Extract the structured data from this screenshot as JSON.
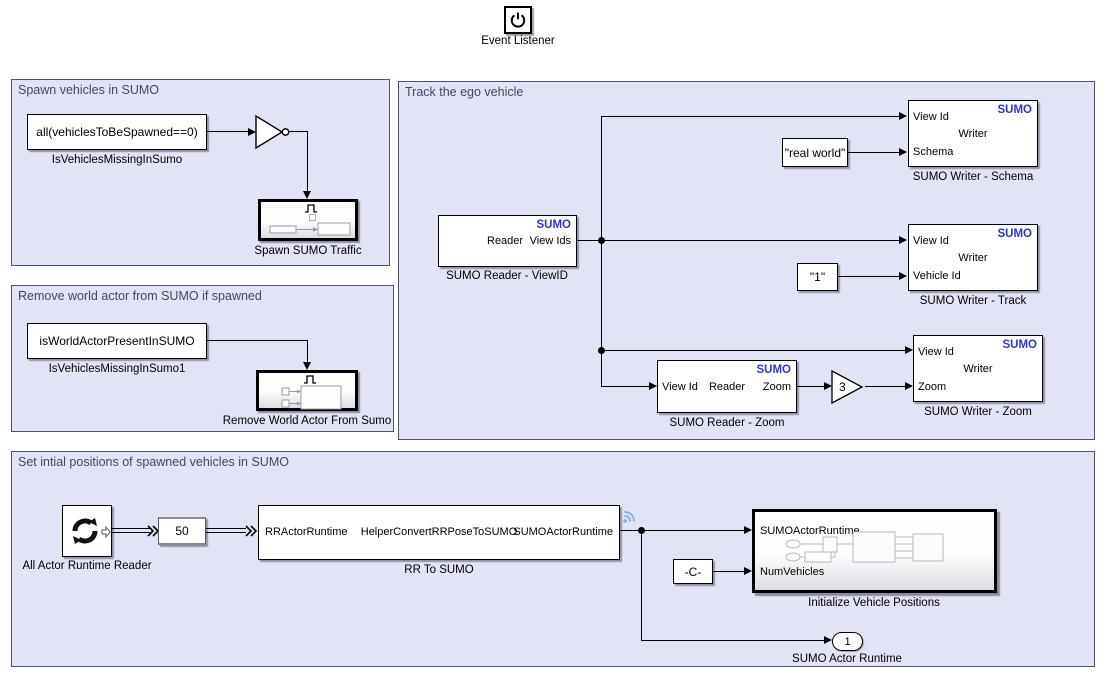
{
  "colors": {
    "sumo_brand_blue": "#3333CC",
    "region_background": "#E3E3F6",
    "region_border": "#52526B",
    "signal_badge_blue": "#7FB2E5"
  },
  "event_listener": {
    "label": "Event Listener"
  },
  "regions": {
    "spawn": {
      "title": "Spawn vehicles in SUMO",
      "condition": {
        "expr": "all(vehiclesToBeSpawned==0)",
        "name": "IsVehiclesMissingInSumo"
      },
      "subsystem": {
        "name": "Spawn SUMO Traffic"
      }
    },
    "remove": {
      "title": "Remove world actor from SUMO if spawned",
      "condition": {
        "expr": "isWorldActorPresentInSUMO",
        "name": "IsVehiclesMissingInSumo1"
      },
      "subsystem": {
        "name": "Remove World Actor From Sumo"
      }
    },
    "track": {
      "title": "Track the ego vehicle",
      "reader_viewid": {
        "brand": "SUMO",
        "type": "Reader",
        "port_out": "View Ids",
        "name": "SUMO Reader - ViewID"
      },
      "const_real_world": {
        "value": "\"real world\""
      },
      "writer_schema": {
        "brand": "SUMO",
        "type": "Writer",
        "port_in1": "View Id",
        "port_in2": "Schema",
        "name": "SUMO Writer - Schema"
      },
      "const_one": {
        "value": "\"1\""
      },
      "writer_track": {
        "brand": "SUMO",
        "type": "Writer",
        "port_in1": "View Id",
        "port_in2": "Vehicle Id",
        "name": "SUMO Writer - Track"
      },
      "reader_zoom": {
        "brand": "SUMO",
        "type": "Reader",
        "port_in": "View Id",
        "port_out": "Zoom",
        "name": "SUMO Reader - Zoom"
      },
      "gain": {
        "value": "3"
      },
      "writer_zoom": {
        "brand": "SUMO",
        "type": "Writer",
        "port_in1": "View Id",
        "port_in2": "Zoom",
        "name": "SUMO Writer - Zoom"
      }
    },
    "init": {
      "title": "Set intial positions of spawned vehicles in SUMO",
      "actor_reader": {
        "name": "All Actor Runtime Reader"
      },
      "rate": {
        "value": "50"
      },
      "rr_to_sumo": {
        "port_in": "RRActorRuntime",
        "function": "HelperConvertRRPoseToSUMO",
        "port_out": "SUMOActorRuntime",
        "name": "RR To SUMO"
      },
      "const_c": {
        "value": "-C-"
      },
      "init_positions": {
        "port_in1": "SUMOActorRuntime",
        "port_in2": "NumVehicles",
        "name": "Initialize Vehicle Positions"
      },
      "outport": {
        "index": "1",
        "name": "SUMO Actor Runtime"
      }
    }
  }
}
